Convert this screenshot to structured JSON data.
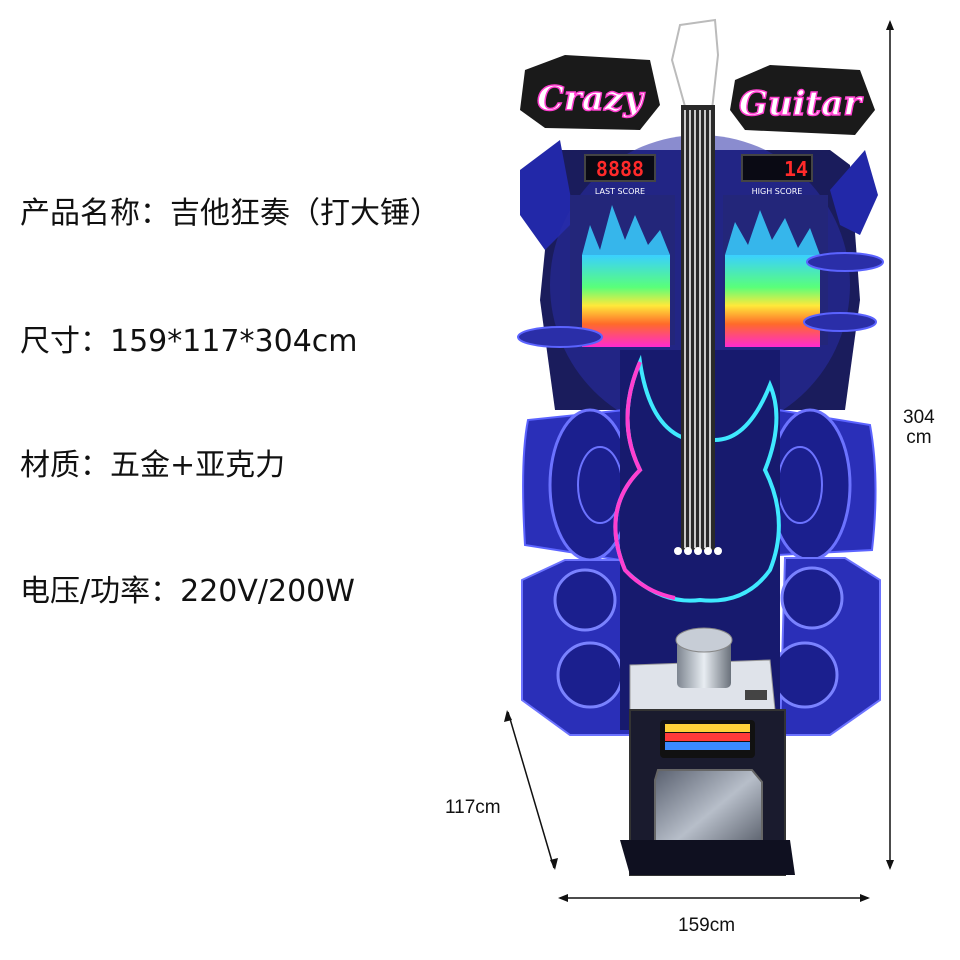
{
  "specs": [
    {
      "label": "产品名称：",
      "value": "吉他狂奏（打大锤）"
    },
    {
      "label": "尺寸：",
      "value": "159*117*304cm"
    },
    {
      "label": "材质：",
      "value": "五金+亚克力"
    },
    {
      "label": "电压/功率：",
      "value": "220V/200W"
    }
  ],
  "dimensions": {
    "height_value": "304",
    "height_unit": "cm",
    "depth": "117cm",
    "width": "159cm"
  },
  "machine": {
    "logo_left": "Crazy",
    "logo_right": "Guitar",
    "last_score_label": "LAST SCORE",
    "high_score_label": "HIGH SCORE",
    "last_score_value": "8888",
    "high_score_value": "14"
  },
  "colors": {
    "cabinet": "#2a2fb8",
    "cabinet_dark": "#12156a",
    "neon_pink": "#ff3fd0",
    "neon_cyan": "#3fe9ff",
    "led_red": "#ff2a2a"
  }
}
